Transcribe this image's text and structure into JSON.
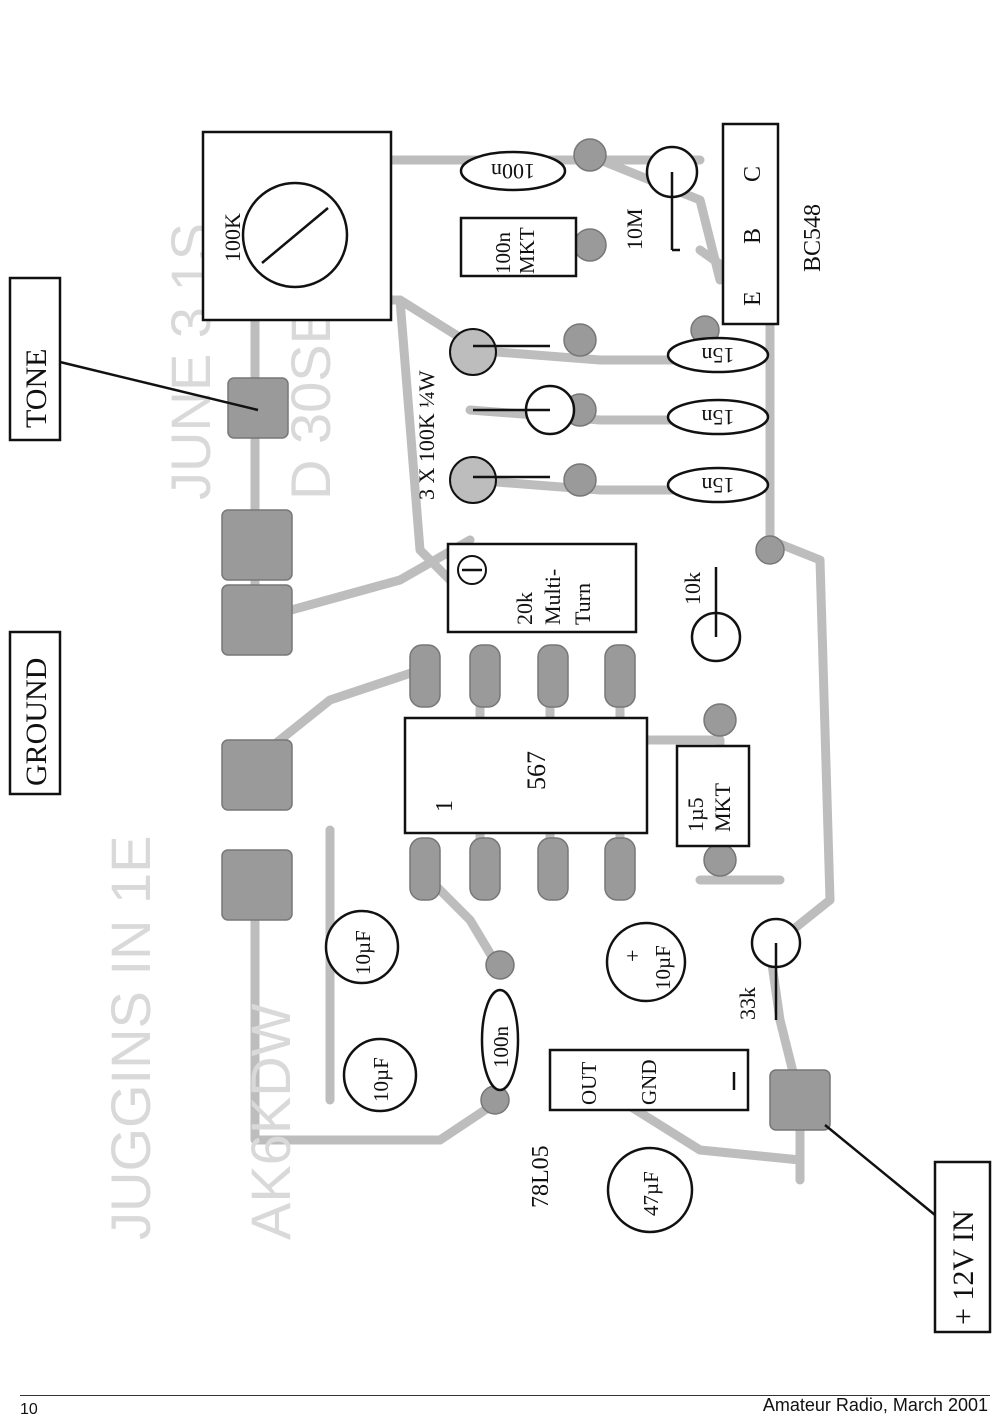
{
  "labels": {
    "tone": "TONE",
    "ground": "GROUND",
    "power_in": "+ 12V IN",
    "resistor_note": "3 X 100K ¼W",
    "transistor": "BC548",
    "regulator": "78L05",
    "ic_567": "567",
    "ic_pin1": "1",
    "pot_100k": "100K",
    "r_10m": "10M",
    "r_10k": "10k",
    "r_33k": "33k",
    "c_100n_top": "100n",
    "c_100n_mkt_1": "100n",
    "c_100n_mkt_2": "MKT",
    "c_15n": "15n",
    "multiturn_1": "20k",
    "multiturn_2": "Multi-",
    "multiturn_3": "Turn",
    "c_1u5_1": "1µ5",
    "c_1u5_2": "MKT",
    "c_10uf": "10µF",
    "c_10uf_plus": "+",
    "c_100n_bottom": "100n",
    "c_47uf": "47µF",
    "reg_out": "OUT",
    "reg_gnd": "GND",
    "pin_e": "E",
    "pin_b": "B",
    "pin_c": "C"
  },
  "footer": {
    "page_number": "10",
    "publication": "Amateur Radio, March 2001"
  }
}
